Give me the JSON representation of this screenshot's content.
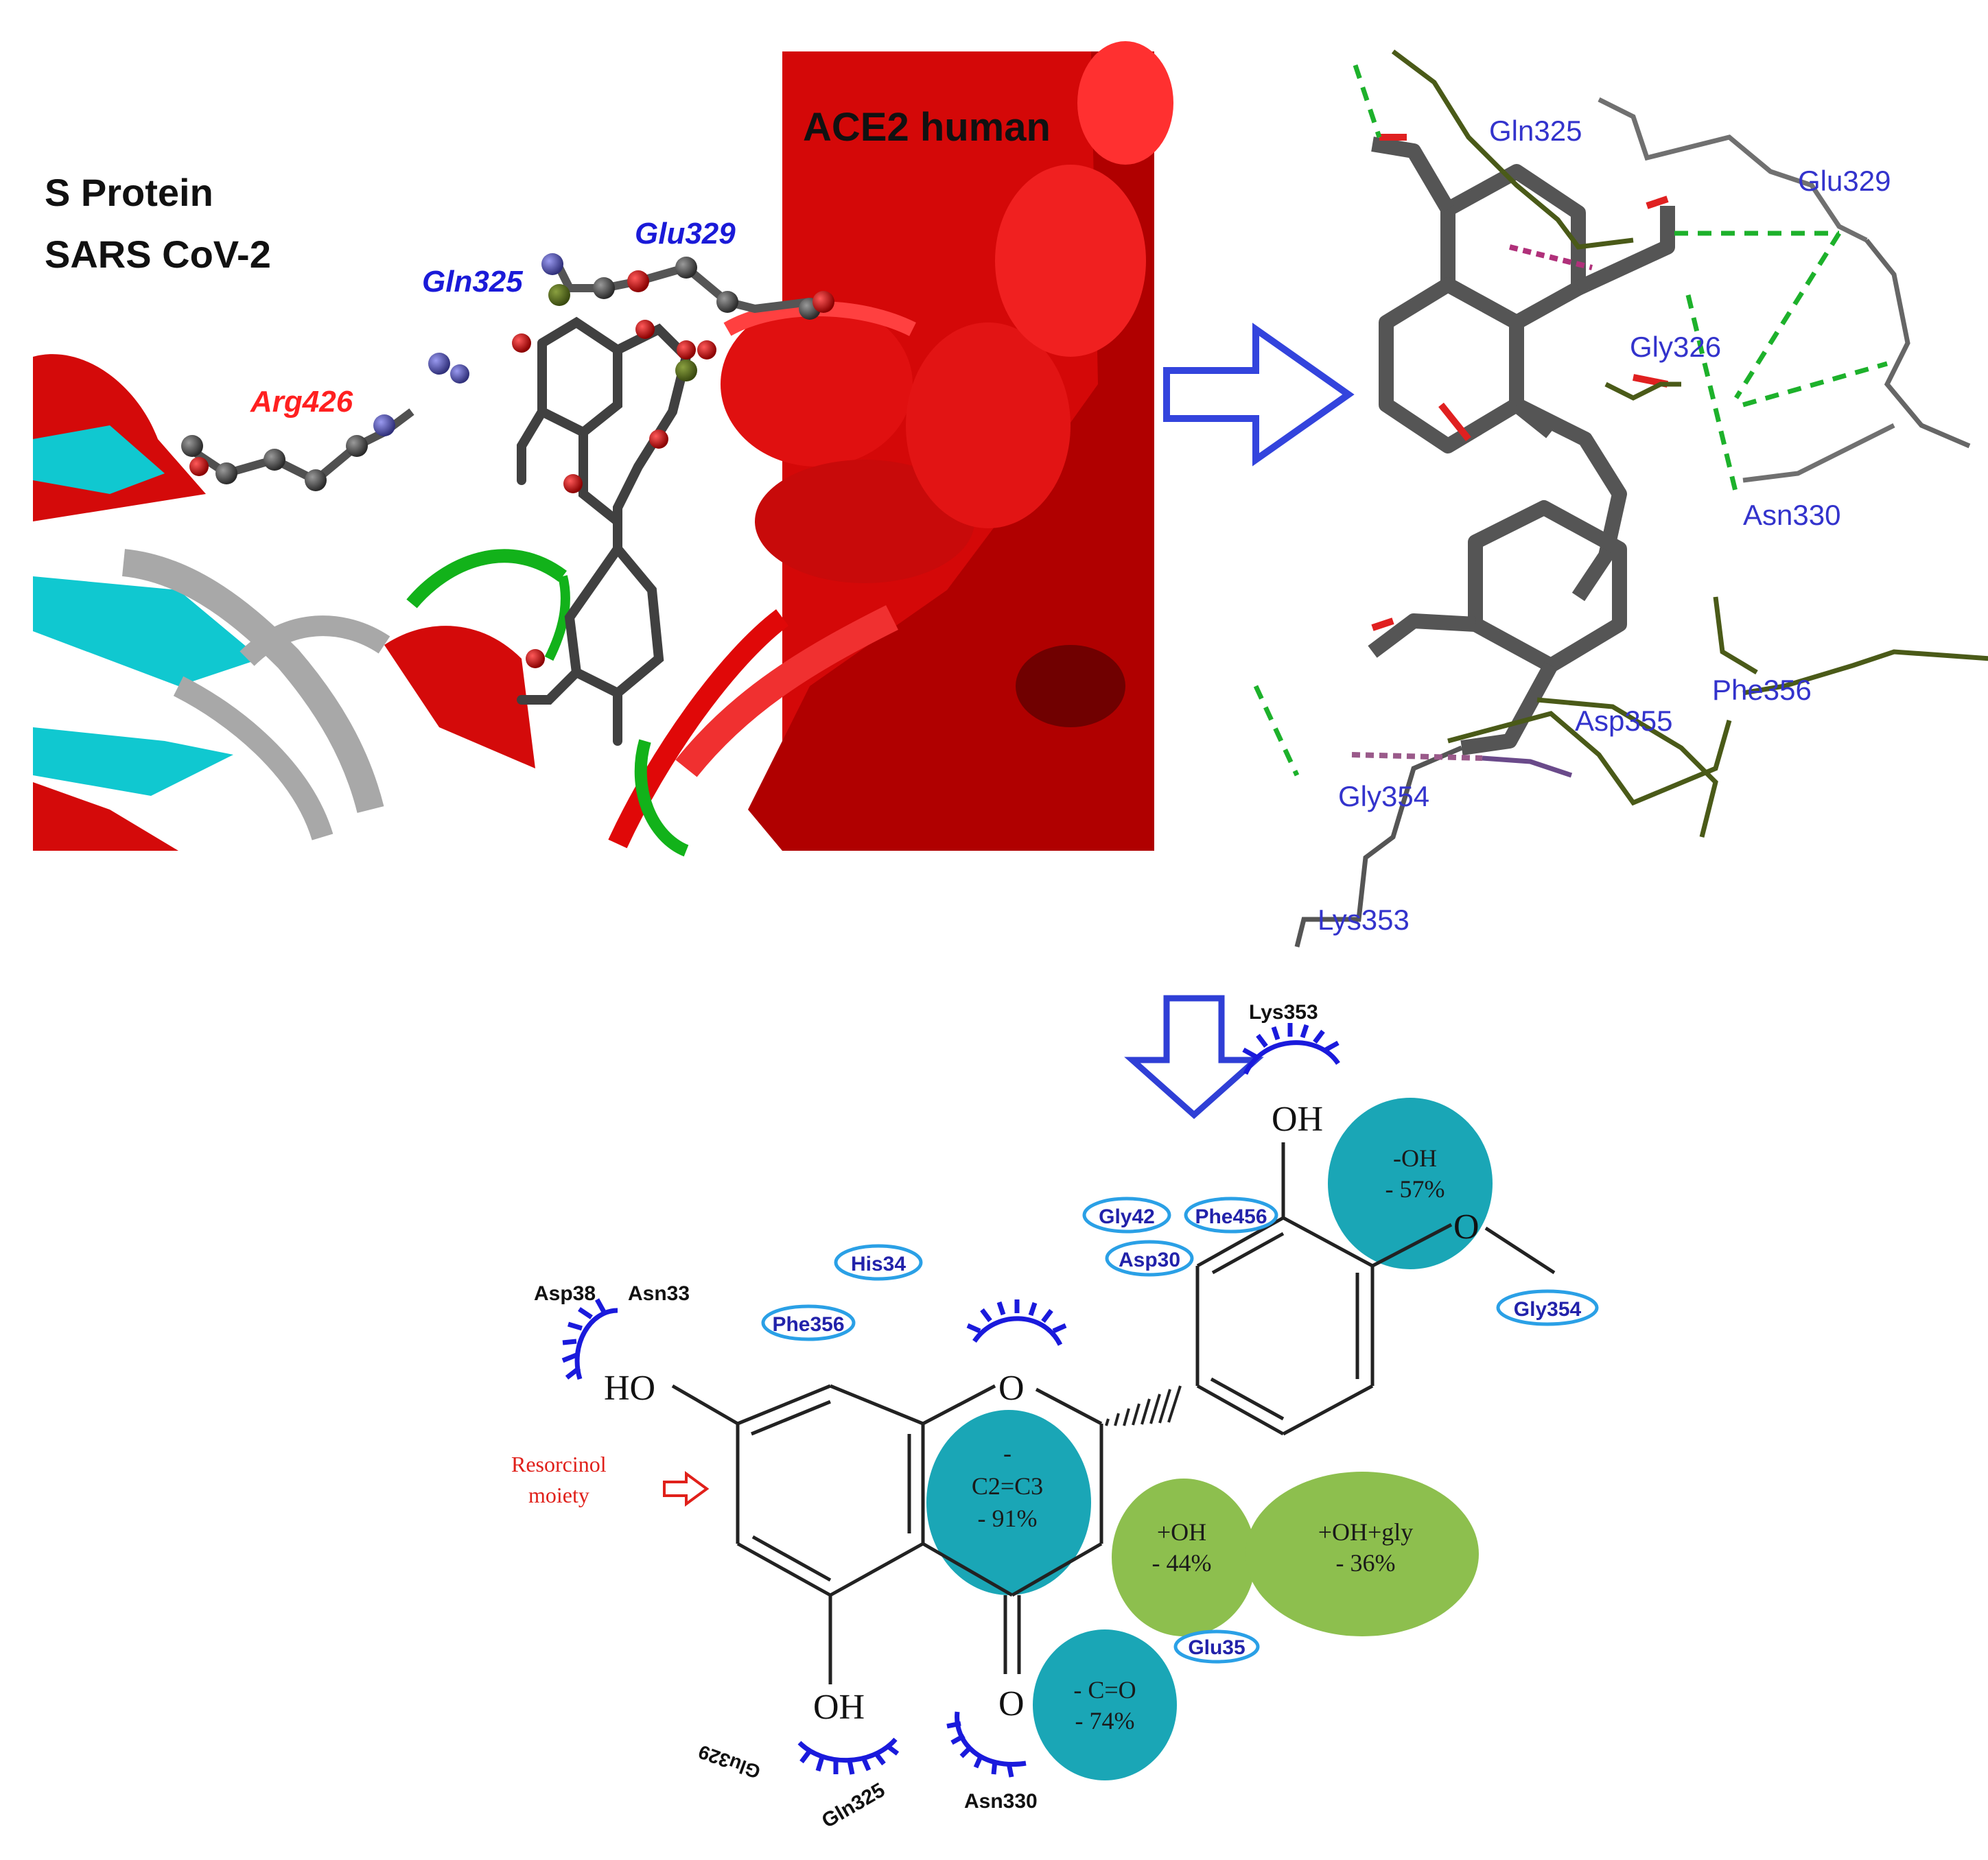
{
  "panel_3d": {
    "title_left_line1": "S Protein",
    "title_left_line2": "SARS CoV-2",
    "title_right": "ACE2 human",
    "residues": {
      "arg426": "Arg426",
      "gln325": "Gln325",
      "glu329": "Glu329"
    },
    "colors": {
      "helix": "#e8080a",
      "sheet": "#10c8d0",
      "coil": "#a8a8a8",
      "loop": "#12b21a"
    }
  },
  "panel_contacts": {
    "labels": {
      "gln325": "Gln325",
      "glu329": "Glu329",
      "gly326": "Gly326",
      "asn330": "Asn330",
      "phe356": "Phe356",
      "asp355": "Asp355",
      "gly354": "Gly354",
      "lys353": "Lys353"
    }
  },
  "panel_2d": {
    "atoms": {
      "oh_top": "OH",
      "o_methoxy": "O",
      "o_ring": "O",
      "ho_left": "HO",
      "oh_bottom": "OH",
      "o_carbonyl": "O"
    },
    "annotation": {
      "line1": "Resorcinol",
      "line2": "moiety"
    },
    "pills": {
      "his34": "His34",
      "phe356": "Phe356",
      "gly42": "Gly42",
      "phe456": "Phe456",
      "asp30": "Asp30",
      "gly354": "Gly354",
      "glu35": "Glu35"
    },
    "black_labels": {
      "lys353": "Lys353",
      "asp38": "Asp38",
      "asn33": "Asn33",
      "glu329": "Glu329",
      "gln325": "Gln325",
      "asn330": "Asn330"
    },
    "circles": {
      "oh_minus": {
        "line1": "-OH",
        "line2": "- 57%"
      },
      "c2c3": {
        "line1": "-",
        "line2": "C2=C3",
        "line3": "- 91%"
      },
      "oh_plus": {
        "line1": "+OH",
        "line2": "- 44%"
      },
      "oh_gly": {
        "line1": "+OH+gly",
        "line2": "- 36%"
      },
      "co": {
        "line1": "- C=O",
        "line2": "- 74%"
      }
    },
    "colors": {
      "teal": "#1aa6b6",
      "green": "#8dbf4e",
      "pill_border": "#2aa0e6",
      "arc": "#1a1adc",
      "arrow_blue": "#2f3fd6",
      "arrow_red": "#e0201a"
    }
  }
}
